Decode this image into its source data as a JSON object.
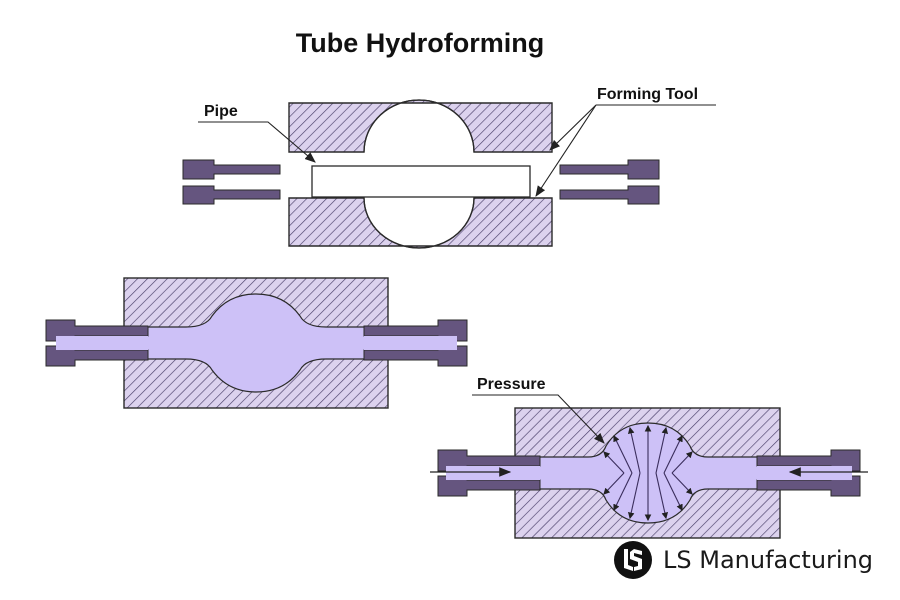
{
  "diagram": {
    "title": "Tube Hydroforming",
    "labels": {
      "pipe": "Pipe",
      "forming_tool": "Forming Tool",
      "pressure": "Pressure"
    }
  },
  "brand": {
    "name": "LS Manufacturing"
  },
  "colors": {
    "hatch_fill": "#dcd2ee",
    "hatch_line": "#4a3f6a",
    "fluid": "#cdc1f7",
    "ram": "#65557f",
    "outline": "#2a2a2a"
  }
}
